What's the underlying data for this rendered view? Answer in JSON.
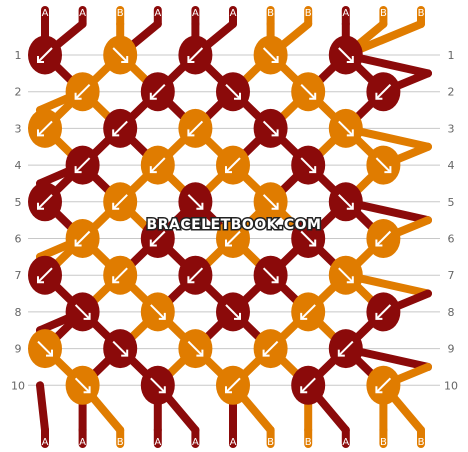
{
  "colors": {
    "A": "#8b0a0a",
    "B": "#e07c00",
    "grid_line": "#c8c8c8",
    "arrow": "#ffffff",
    "background": "#ffffff"
  },
  "top_strands": [
    "A",
    "A",
    "B",
    "A",
    "A",
    "A",
    "B",
    "B",
    "A",
    "B",
    "B"
  ],
  "bottom_strands": [
    "A",
    "A",
    "B",
    "A",
    "A",
    "A",
    "B",
    "B",
    "A",
    "B",
    "B"
  ],
  "row_numbers": [
    "1",
    "2",
    "3",
    "4",
    "5",
    "6",
    "7",
    "8",
    "9",
    "10"
  ],
  "watermark": "BRACELETBOOK.COM",
  "knot_rows": [
    [
      {
        "c": "A",
        "d": "↙"
      },
      {
        "c": "B",
        "d": "↘"
      },
      {
        "c": "A",
        "d": "↙"
      },
      {
        "c": "B",
        "d": "↘"
      },
      {
        "c": "A",
        "d": "↘"
      }
    ],
    [
      {
        "c": "B",
        "d": "↙"
      },
      {
        "c": "A",
        "d": "↙"
      },
      {
        "c": "A",
        "d": "↘"
      },
      {
        "c": "B",
        "d": "↘"
      },
      {
        "c": "A",
        "d": "↙"
      }
    ],
    [
      {
        "c": "B",
        "d": "↙"
      },
      {
        "c": "A",
        "d": "↙"
      },
      {
        "c": "B",
        "d": "↙"
      },
      {
        "c": "A",
        "d": "↘"
      },
      {
        "c": "B",
        "d": "↘"
      }
    ],
    [
      {
        "c": "A",
        "d": "↙"
      },
      {
        "c": "B",
        "d": "↙"
      },
      {
        "c": "B",
        "d": "↙"
      },
      {
        "c": "A",
        "d": "↘"
      },
      {
        "c": "B",
        "d": "↘"
      }
    ],
    [
      {
        "c": "A",
        "d": "↙"
      },
      {
        "c": "B",
        "d": "↙"
      },
      {
        "c": "A",
        "d": "↘"
      },
      {
        "c": "B",
        "d": "↘"
      },
      {
        "c": "A",
        "d": "↘"
      }
    ],
    [
      {
        "c": "B",
        "d": "↙"
      },
      {
        "c": "A",
        "d": "↙"
      },
      {
        "c": "B",
        "d": "↙"
      },
      {
        "c": "A",
        "d": "↘"
      },
      {
        "c": "B",
        "d": "↙"
      }
    ],
    [
      {
        "c": "A",
        "d": "↙"
      },
      {
        "c": "B",
        "d": "↙"
      },
      {
        "c": "A",
        "d": "↙"
      },
      {
        "c": "A",
        "d": "↘"
      },
      {
        "c": "B",
        "d": "↘"
      }
    ],
    [
      {
        "c": "A",
        "d": "↘"
      },
      {
        "c": "B",
        "d": "↘"
      },
      {
        "c": "A",
        "d": "↘"
      },
      {
        "c": "B",
        "d": "↙"
      },
      {
        "c": "A",
        "d": "↙"
      }
    ],
    [
      {
        "c": "B",
        "d": "↘"
      },
      {
        "c": "A",
        "d": "↘"
      },
      {
        "c": "B",
        "d": "↘"
      },
      {
        "c": "B",
        "d": "↙"
      },
      {
        "c": "A",
        "d": "↙"
      }
    ],
    [
      {
        "c": "B",
        "d": "↘"
      },
      {
        "c": "A",
        "d": "↘"
      },
      {
        "c": "B",
        "d": "↙"
      },
      {
        "c": "A",
        "d": "↙"
      },
      {
        "c": "B",
        "d": "↙"
      }
    ]
  ]
}
